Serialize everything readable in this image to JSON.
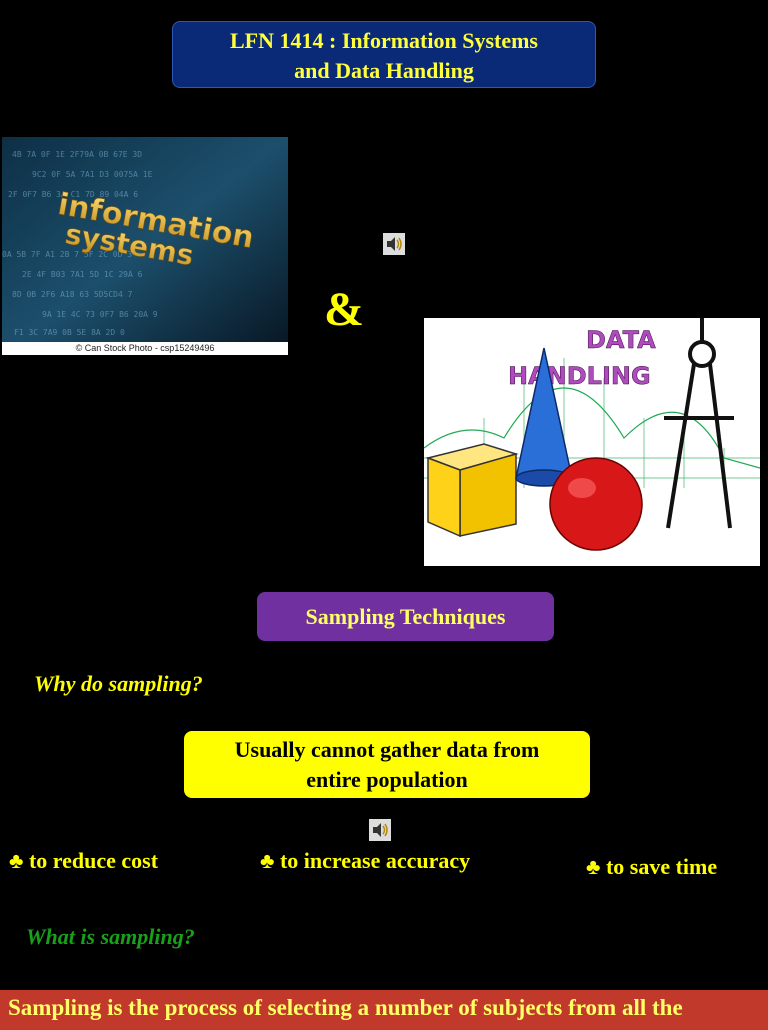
{
  "title": {
    "line1": "LFN 1414 : Information Systems",
    "line2": "and Data Handling"
  },
  "image_info": {
    "caption": "© Can Stock Photo - csp15249496",
    "word1": "information",
    "word2": "systems"
  },
  "ampersand": "&",
  "image_dh": {
    "word1": "DATA",
    "word2": "HANDLING"
  },
  "section_heading": "Sampling Techniques",
  "question1": "Why do sampling?",
  "answer_box": {
    "line1": "Usually cannot gather data from",
    "line2": "entire population"
  },
  "bullets": [
    "♣ to reduce cost",
    "♣ to increase accuracy",
    "♣ to save time"
  ],
  "question2": "What is sampling?",
  "definition": "Sampling is the process of selecting a number of subjects from all the",
  "colors": {
    "title_bg": "#0a2a78",
    "title_text": "#ffff3a",
    "heading_bg": "#7030a0",
    "answer_bg": "#ffff00",
    "definition_bg": "#c0392b",
    "whatis_text": "#18a018"
  }
}
